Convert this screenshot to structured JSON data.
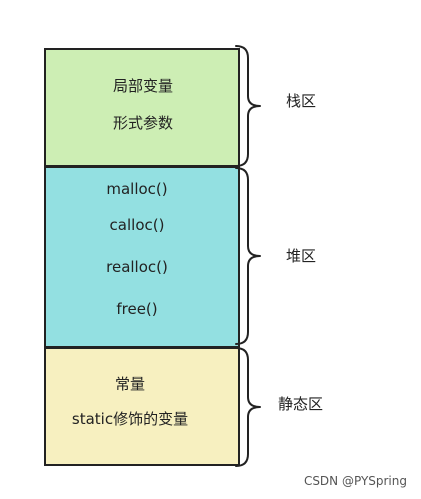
{
  "regions": {
    "stack": {
      "label": "栈区",
      "items": [
        "局部变量",
        "形式参数"
      ],
      "color": "#cdeeb4"
    },
    "heap": {
      "label": "堆区",
      "items": [
        "malloc()",
        "calloc()",
        "realloc()",
        "free()"
      ],
      "color": "#93e0e1"
    },
    "static": {
      "label": "静态区",
      "items": [
        "常量",
        "static修饰的变量"
      ],
      "color": "#f7f0c0"
    }
  },
  "watermark": "CSDN @PYSpring"
}
